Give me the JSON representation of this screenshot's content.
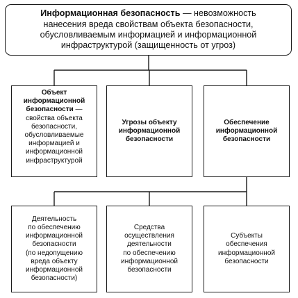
{
  "top_box": {
    "term": "Информационная безопасность",
    "definition_lines": [
      " — невозможность",
      "нанесения вреда свойствам объекта безопасности,",
      "обусловливаемым информацией и информационной",
      "инфраструктурой (защищенность от угроз)"
    ]
  },
  "middle_boxes": {
    "object": {
      "term_lines": [
        "Объект",
        "информационной",
        "безопасности"
      ],
      "definition_lines": [
        " —",
        "свойства объекта",
        "безопасности,",
        "обусловливаемые",
        "информацией и",
        "информационной",
        "инфраструктурой"
      ]
    },
    "threats": {
      "lines": [
        "Угрозы объекту",
        "информационной",
        "безопасности"
      ]
    },
    "provision": {
      "lines": [
        "Обеспечение",
        "информационной",
        "безопасности"
      ]
    }
  },
  "bottom_boxes": {
    "activity": {
      "lines": [
        "Деятельность",
        "по обеспечению",
        "информационной",
        "безопасности",
        "(по недопущению",
        "вреда объекту",
        "информационной",
        "безопасности)"
      ]
    },
    "means": {
      "lines": [
        "Средства",
        "осуществления",
        "деятельности",
        "по обеспечению",
        "информационной",
        "безопасности"
      ]
    },
    "subjects": {
      "lines": [
        "Субъекты",
        "обеспечения",
        "информационной",
        "безопасности"
      ]
    }
  }
}
